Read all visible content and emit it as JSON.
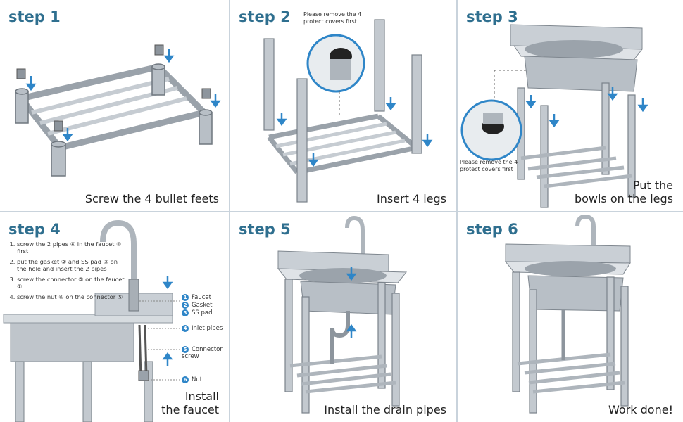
{
  "colors": {
    "accent": "#2f6f8f",
    "arrow": "#2f86c8",
    "steel": "#b8bfc6",
    "steel_dark": "#7f878f",
    "divider": "#c9d3dc"
  },
  "steps": [
    {
      "title": "step 1",
      "caption": "Screw the 4 bullet feets"
    },
    {
      "title": "step 2",
      "caption": "Insert 4 legs",
      "note": "Please remove the 4 protect covers first"
    },
    {
      "title": "step 3",
      "caption_line1": "Put the",
      "caption_line2": "bowls on the legs",
      "note": "Please remove the 4 protect covers first"
    },
    {
      "title": "step 4",
      "caption_line1": "Install",
      "caption_line2": "the faucet",
      "instructions": [
        "screw the 2 pipes ④ in the faucet ① first",
        "put the gasket ② and SS pad ③ on the hole and insert the 2 pipes",
        "screw the connector ⑤ on the faucet ①",
        "screw the nut ⑥ on the connector ⑤"
      ],
      "parts": [
        {
          "num": "1",
          "name": "Faucet"
        },
        {
          "num": "2",
          "name": "Gasket"
        },
        {
          "num": "3",
          "name": "SS pad"
        },
        {
          "num": "4",
          "name": "Inlet pipes"
        },
        {
          "num": "5",
          "name": "Connector screw"
        },
        {
          "num": "6",
          "name": "Nut"
        }
      ]
    },
    {
      "title": "step 5",
      "caption": "Install the drain pipes"
    },
    {
      "title": "step 6",
      "caption": "Work done!"
    }
  ]
}
